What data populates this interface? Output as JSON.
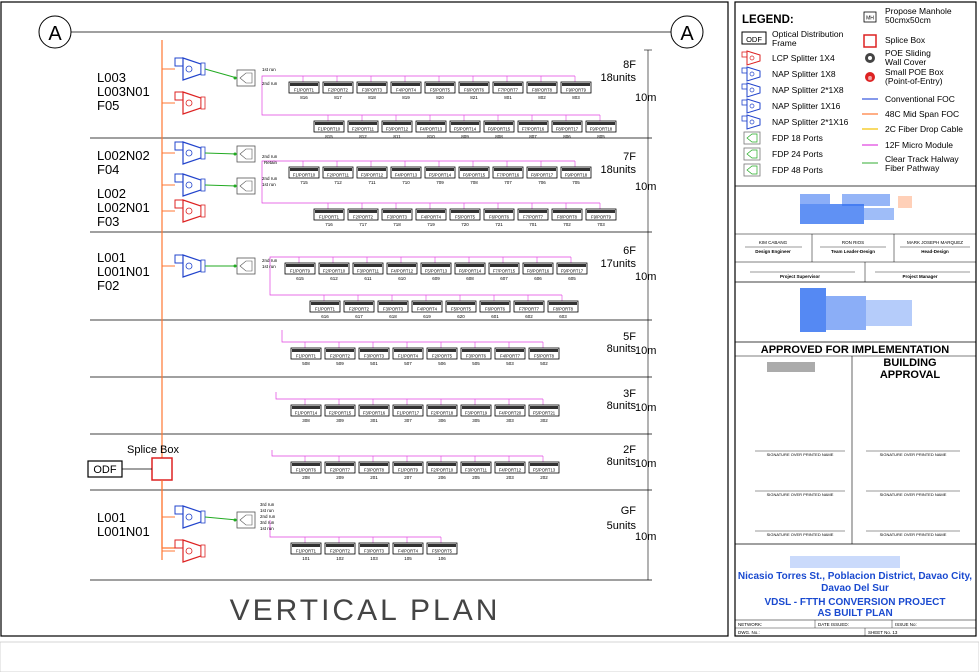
{
  "drawing": {
    "grid_marker": "A",
    "title": "VERTICAL PLAN",
    "splice_box_label": "Splice Box",
    "odf_label": "ODF",
    "tail_labels": {
      "first": "1st run",
      "second": "2nd run",
      "third": "3rd run",
      "retain": "Retain"
    }
  },
  "floors": [
    {
      "id": "8F",
      "floor": "8F",
      "units": "18units",
      "height": "10m",
      "rows": [
        {
          "ports": [
            "F1/PORT1",
            "F2/PORT2",
            "F3/PORT3",
            "F4/PORT4",
            "F5/PORT5",
            "F6/PORT6",
            "F7/PORT7",
            "F8/PORT8",
            "F9/PORT9"
          ],
          "rooms": [
            "816",
            "817",
            "818",
            "819",
            "820",
            "821",
            "801",
            "802",
            "803"
          ]
        },
        {
          "ports": [
            "F1/PORT10",
            "F2/PORT11",
            "F3/PORT12",
            "F4/PORT13",
            "F5/PORT14",
            "F6/PORT15",
            "F7/PORT16",
            "F8/PORT17",
            "F9/PORT18"
          ],
          "rooms": [
            "815",
            "812",
            "811",
            "810",
            "809",
            "808",
            "807",
            "806",
            "805"
          ]
        }
      ]
    },
    {
      "id": "7F",
      "floor": "7F",
      "units": "18units",
      "height": "10m",
      "rows": [
        {
          "ports": [
            "F1/PORT10",
            "F2/PORT11",
            "F3/PORT12",
            "F4/PORT13",
            "F5/PORT14",
            "F6/PORT15",
            "F7/PORT16",
            "F8/PORT17",
            "F9/PORT18"
          ],
          "rooms": [
            "715",
            "712",
            "711",
            "710",
            "709",
            "708",
            "707",
            "706",
            "705"
          ]
        },
        {
          "ports": [
            "F1/PORT1",
            "F2/PORT2",
            "F3/PORT3",
            "F4/PORT4",
            "F5/PORT5",
            "F6/PORT6",
            "F7/PORT7",
            "F8/PORT8",
            "F9/PORT9"
          ],
          "rooms": [
            "716",
            "717",
            "718",
            "719",
            "720",
            "721",
            "701",
            "702",
            "703"
          ]
        }
      ]
    },
    {
      "id": "6F",
      "floor": "6F",
      "units": "17units",
      "height": "10m",
      "rows": [
        {
          "ports": [
            "F1/PORT9",
            "F2/PORT10",
            "F3/PORT11",
            "F4/PORT12",
            "F5/PORT13",
            "F6/PORT14",
            "F7/PORT15",
            "F8/PORT16",
            "F9/PORT17"
          ],
          "rooms": [
            "615",
            "612",
            "611",
            "610",
            "609",
            "608",
            "607",
            "606",
            "605"
          ]
        },
        {
          "ports": [
            "F1/PORT1",
            "F2/PORT2",
            "F3/PORT3",
            "F4/PORT4",
            "F5/PORT5",
            "F6/PORT6",
            "F7/PORT7",
            "F8/PORT8"
          ],
          "rooms": [
            "616",
            "617",
            "618",
            "619",
            "620",
            "601",
            "602",
            "603"
          ]
        }
      ]
    },
    {
      "id": "5F",
      "floor": "5F",
      "units": "8units",
      "height": "10m",
      "rows": [
        {
          "ports": [
            "F1/PORT1",
            "F2/PORT2",
            "F3/PORT3",
            "F1/PORT4",
            "F2/PORT5",
            "F3/PORT6",
            "F4/PORT7",
            "F5/PORT8"
          ],
          "rooms": [
            "508",
            "509",
            "501",
            "507",
            "506",
            "505",
            "503",
            "502"
          ]
        }
      ]
    },
    {
      "id": "3F",
      "floor": "3F",
      "units": "8units",
      "height": "10m",
      "rows": [
        {
          "ports": [
            "F1/PORT14",
            "F2/PORT15",
            "F3/PORT16",
            "F1/PORT17",
            "F2/PORT18",
            "F3/PORT19",
            "F4/PORT20",
            "F5/PORT21"
          ],
          "rooms": [
            "308",
            "309",
            "301",
            "307",
            "306",
            "305",
            "303",
            "302"
          ]
        }
      ]
    },
    {
      "id": "2F",
      "floor": "2F",
      "units": "8units",
      "height": "10m",
      "rows": [
        {
          "ports": [
            "F1/PORT6",
            "F2/PORT7",
            "F3/PORT8",
            "F1/PORT9",
            "F2/PORT10",
            "F3/PORT11",
            "F4/PORT12",
            "F5/PORT13"
          ],
          "rooms": [
            "208",
            "209",
            "201",
            "207",
            "206",
            "205",
            "203",
            "202"
          ]
        }
      ]
    },
    {
      "id": "GF",
      "floor": "GF",
      "units": "5units",
      "height": "10m",
      "rows": [
        {
          "ports": [
            "F1/PORT1",
            "F2/PORT2",
            "F3/PORT3",
            "F4/PORT4",
            "F5/PORT5"
          ],
          "rooms": [
            "101",
            "102",
            "103",
            "105",
            "106"
          ]
        }
      ]
    }
  ],
  "node_labels": [
    {
      "id": "n1",
      "lines": [
        "L003",
        "L003N01",
        "F05"
      ]
    },
    {
      "id": "n2",
      "lines": [
        "L002N02",
        "F04"
      ]
    },
    {
      "id": "n3",
      "lines": [
        "L002",
        "L002N01",
        "F03"
      ]
    },
    {
      "id": "n4",
      "lines": [
        "L001",
        "L001N01",
        "F02"
      ]
    },
    {
      "id": "n5",
      "lines": [
        "L001",
        "L001N01"
      ]
    }
  ],
  "legend": {
    "title": "LEGEND:",
    "left_items": [
      {
        "icon": "odf-box-icon",
        "label": "Optical Distribution Frame",
        "lines": [
          "Optical Distribution",
          "Frame"
        ]
      },
      {
        "icon": "lcp-splitter-icon",
        "label": "LCP Splitter 1X4",
        "lines": [
          "LCP Splitter 1X4"
        ]
      },
      {
        "icon": "nap-splitter-icon",
        "label": "NAP Splitter 1X8",
        "lines": [
          "NAP Splitter 1X8"
        ]
      },
      {
        "icon": "nap-splitter-icon",
        "label": "NAP Splitter 2*1X8",
        "lines": [
          "NAP Splitter 2*1X8"
        ]
      },
      {
        "icon": "nap-splitter-icon",
        "label": "NAP Splitter 1X16",
        "lines": [
          "NAP Splitter 1X16"
        ]
      },
      {
        "icon": "nap-splitter-icon",
        "label": "NAP Splitter 2*1X16",
        "lines": [
          "NAP Splitter 2*1X16"
        ]
      },
      {
        "icon": "fdp-icon",
        "label": "FDP 18 Ports",
        "lines": [
          "FDP 18 Ports"
        ]
      },
      {
        "icon": "fdp-icon",
        "label": "FDP 24 Ports",
        "lines": [
          "FDP 24 Ports"
        ]
      },
      {
        "icon": "fdp-icon",
        "label": "FDP 48 Ports",
        "lines": [
          "FDP 48 Ports"
        ]
      }
    ],
    "right_items": [
      {
        "icon": "manhole-icon",
        "label": "Propose Manhole 50cmx50cm",
        "lines": [
          "Propose Manhole",
          "50cmx50cm"
        ]
      },
      {
        "icon": "splice-box-icon",
        "label": "Splice Box",
        "lines": [
          "Splice Box"
        ]
      },
      {
        "icon": "poe-sliding-cover-icon",
        "label": "POE Sliding Wall Cover",
        "lines": [
          "POE Sliding",
          "Wall Cover"
        ]
      },
      {
        "icon": "poe-box-icon",
        "label": "Small POE Box (Point-of-Entry)",
        "lines": [
          "Small POE Box",
          "(Point-of-Entry)"
        ]
      },
      {
        "icon": "line-icon",
        "color": "#3355dd",
        "label": "Conventional FOC",
        "lines": [
          "Conventional FOC"
        ]
      },
      {
        "icon": "line-icon",
        "color": "#ff7733",
        "label": "48C Mid Span FOC",
        "lines": [
          "48C Mid Span FOC"
        ]
      },
      {
        "icon": "line-icon",
        "color": "#f2c200",
        "label": "2C Fiber Drop Cable",
        "lines": [
          "2C Fiber Drop Cable"
        ]
      },
      {
        "icon": "line-icon",
        "color": "#e040e0",
        "label": "12F Micro Module",
        "lines": [
          "12F Micro Module"
        ]
      },
      {
        "icon": "line-icon",
        "color": "#55bb55",
        "label": "Clear Track Hallway Fiber Pathway",
        "lines": [
          "Clear Track Halway",
          "Fiber Pathway"
        ]
      }
    ],
    "manhole_glyph": "MH",
    "odf_glyph": "ODF"
  },
  "signatures": {
    "people": [
      {
        "name": "KIM CABANG",
        "role": "Design Engineer"
      },
      {
        "name": "RON RIOS",
        "role": "Team Leader-Design"
      },
      {
        "name": "MARK JOSEPH MARQUEZ",
        "role": "Head-Design"
      }
    ],
    "supervisors": [
      "Project Supervisor",
      "Project Manager"
    ]
  },
  "approval": {
    "header": "APPROVED FOR IMPLEMENTATION",
    "building_header": "BUILDING APPROVAL",
    "building_lines": [
      "BUILDING",
      "APPROVAL"
    ],
    "sig_label": "SIGNATURE OVER PRINTED NAME"
  },
  "project": {
    "address": "Nicasio Torres St., Poblacion District, Davao City, Davao Del Sur",
    "address_lines": [
      "Nicasio Torres St., Poblacion District, Davao City,",
      "Davao Del Sur"
    ],
    "title": "VDSL - FTTH CONVERSION PROJECT AS BUILT PLAN",
    "title_lines": [
      "VDSL - FTTH CONVERSION PROJECT",
      "AS BUILT PLAN"
    ],
    "network_label": "NETWORK:",
    "date_label": "DATE ISSUED:",
    "issue_label": "ISSUE No:",
    "dwg_label": "DWG. No.:",
    "sheet_label": "SHEET No. 13"
  },
  "colors": {
    "border": "#000000",
    "pink": "#e040e0",
    "green": "#22aa22",
    "blue": "#2244cc",
    "red": "#dd2222",
    "orange": "#ff7733",
    "blur_blue": "#2b6cf0"
  }
}
